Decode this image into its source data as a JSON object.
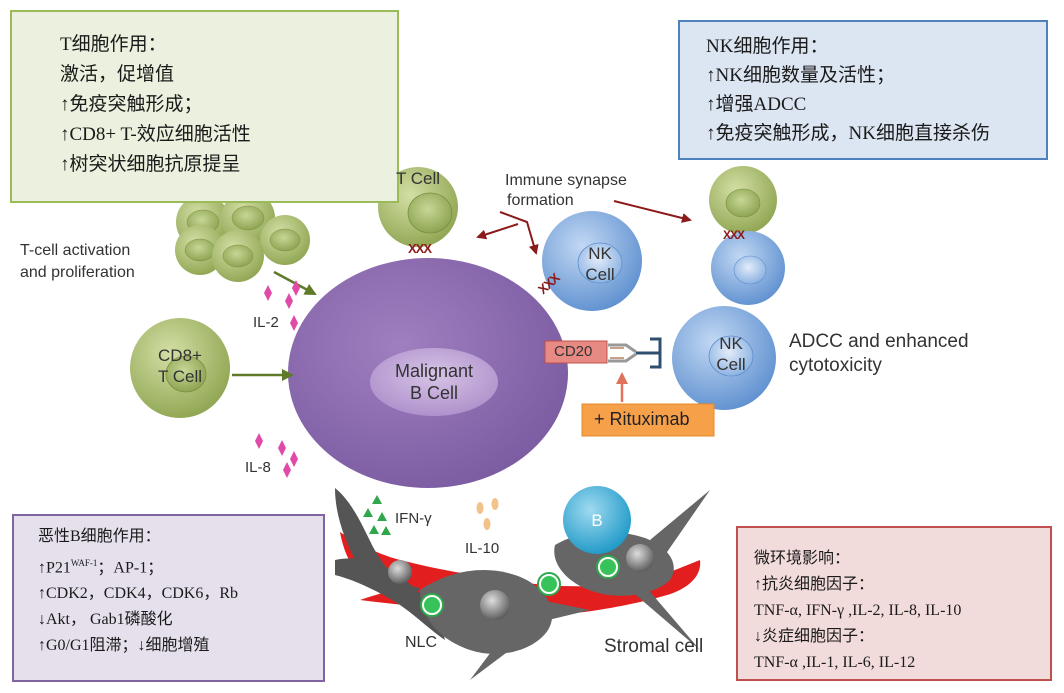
{
  "t_cell_box": {
    "lines": [
      "T细胞作用：",
      "激活，促增值",
      "↑免疫突触形成；",
      "↑CD8+ T-效应细胞活性",
      "↑树突状细胞抗原提呈"
    ],
    "fill": "#ebf1de",
    "border": "#9bbb59"
  },
  "nk_box": {
    "lines": [
      "NK细胞作用：",
      "↑NK细胞数量及活性；",
      "↑增强ADCC",
      "↑免疫突触形成，NK细胞直接杀伤"
    ],
    "fill": "#dce6f2",
    "border": "#4f81bd"
  },
  "malignant_box": {
    "title": "恶性B细胞作用：",
    "line2_main": "↑P21",
    "line2_sup": "WAF-1",
    "line2_rest": "；AP-1；",
    "lines": [
      "↑CDK2，CDK4，CDK6，Rb",
      "↓Akt，  Gab1磷酸化",
      "↑G0/G1阻滞；↓细胞增殖"
    ],
    "fill": "#e6e0ec",
    "border": "#8064a2"
  },
  "micro_box": {
    "lines": [
      "微环境影响：",
      "↑抗炎细胞因子：",
      "TNF-α, IFN-γ ,IL-2, IL-8, IL-10",
      "↓炎症细胞因子：",
      "TNF-α ,IL-1, IL-6, IL-12"
    ],
    "fill": "#f2dcdb",
    "border": "#c0504d"
  },
  "labels": {
    "t_activation": [
      "T-cell activation",
      "and proliferation"
    ],
    "il2": "IL-2",
    "il8": "IL-8",
    "ifn": "IFN-γ",
    "il10": "IL-10",
    "immune_synapse": [
      "Immune synapse",
      "formation"
    ],
    "adcc": [
      "ADCC and enhanced",
      "cytotoxicity"
    ],
    "nlc": "NLC",
    "stromal": "Stromal cell",
    "xxx": "XXX"
  },
  "cells": {
    "t_cell": "T Cell",
    "cd8": [
      "CD8+",
      "T Cell"
    ],
    "malignant": [
      "Malignant",
      "B Cell"
    ],
    "nk_top": [
      "NK",
      "Cell"
    ],
    "nk_right": [
      "NK",
      "Cell"
    ],
    "b": "B"
  },
  "cd20_label": "CD20",
  "rituximab_label": "+ Rituximab",
  "colors": {
    "t_cell_green": "#9caf5c",
    "malignant_purple": "#8c67ad",
    "nk_blue": "#6c9ad6",
    "b_cyan": "#2fa7cf",
    "arrow_dark_red": "#8b1a1a",
    "arrow_olive": "#5f7a28",
    "rituximab_orange": "#f6a04a",
    "stromal_gray": "#666666",
    "stromal_red": "#e21e1e"
  }
}
